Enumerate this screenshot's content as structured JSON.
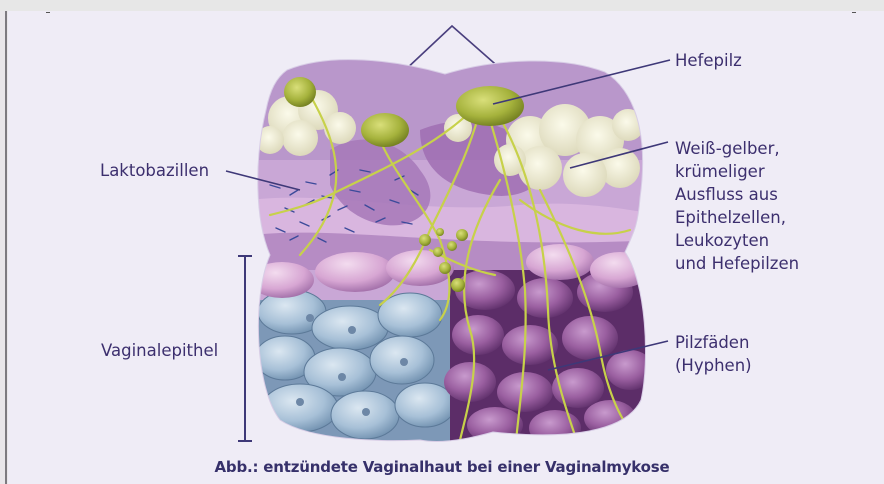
{
  "labels": {
    "hefepilz": "Hefepilz",
    "laktobazillen": "Laktobazillen",
    "ausfluss": [
      "Weiß-gelber,",
      "krümeliger",
      "Ausfluss aus",
      "Epithelzellen,",
      "Leukozyten",
      "und Hefepilzen"
    ],
    "vaginalepithel": "Vaginalepithel",
    "pilzfaeden": [
      "Pilzfäden",
      "(Hyphen)"
    ]
  },
  "caption": "Abb.: entzündete Vaginalhaut bei einer Vaginalmykose",
  "colors": {
    "background": "#efecf6",
    "text": "#3c2f6e",
    "leader_line": "#3e3878",
    "healthy_cells": "#a9c3d9",
    "inflamed_cells": "#8f5e9c",
    "tissue": "#c8a6d4",
    "discharge": "#efecd6",
    "yeast": "#a5b23c",
    "hyphae": "#c7d14a"
  }
}
